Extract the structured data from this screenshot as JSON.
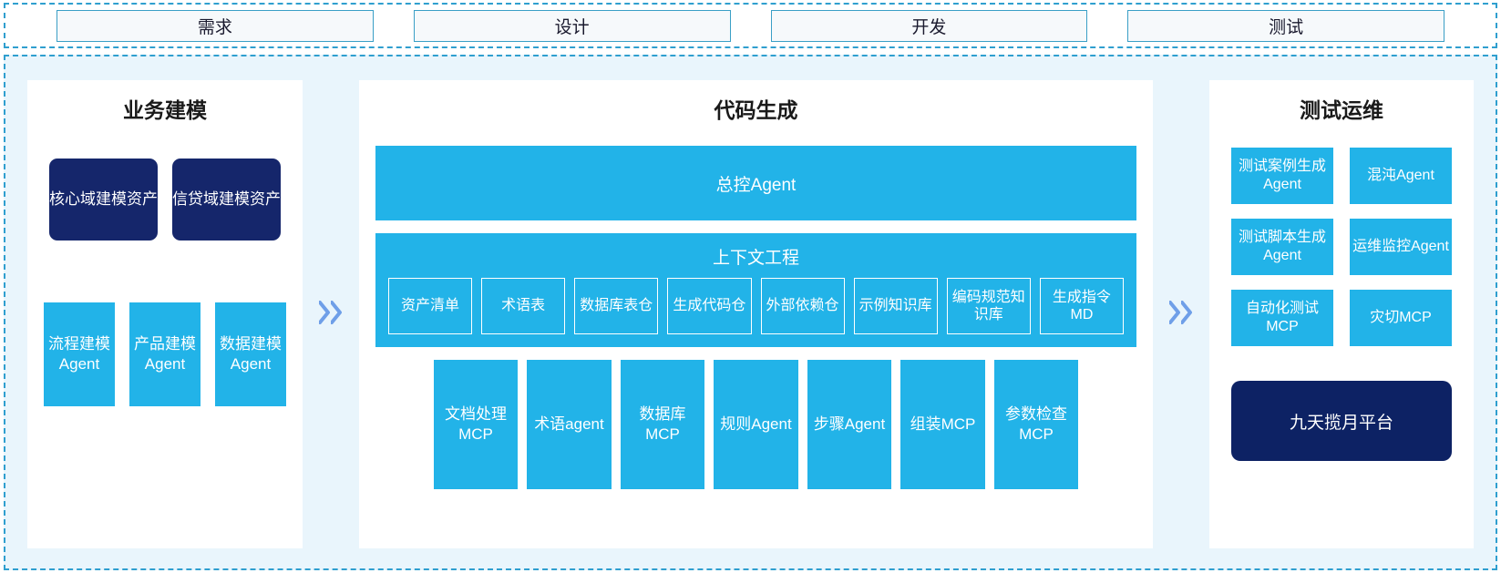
{
  "stages": [
    {
      "label": "需求"
    },
    {
      "label": "设计"
    },
    {
      "label": "开发"
    },
    {
      "label": "测试"
    }
  ],
  "colors": {
    "accent_blue": "#22b3e8",
    "navy": "#15266b",
    "platform_navy": "#0d2264",
    "dashed_border": "#2f9fcf",
    "panel_bg": "#e9f5fc",
    "arrow": "#6f9fe8"
  },
  "left_panel": {
    "title": "业务建模",
    "assets": [
      {
        "label": "核心域建模资产"
      },
      {
        "label": "信贷域建模资产"
      }
    ],
    "agents": [
      {
        "label": "流程建模Agent"
      },
      {
        "label": "产品建模Agent"
      },
      {
        "label": "数据建模Agent"
      }
    ]
  },
  "arrows": [
    {
      "name": "arrow-left-to-center",
      "glyph": "»"
    },
    {
      "name": "arrow-center-to-right",
      "glyph": "»"
    }
  ],
  "center_panel": {
    "title": "代码生成",
    "control_agent": "总控Agent",
    "context_engineering": {
      "title": "上下文工程",
      "items": [
        {
          "label": "资产清单"
        },
        {
          "label": "术语表"
        },
        {
          "label": "数据库表仓"
        },
        {
          "label": "生成代码仓"
        },
        {
          "label": "外部依赖仓"
        },
        {
          "label": "示例知识库"
        },
        {
          "label": "编码规范知识库"
        },
        {
          "label": "生成指令MD"
        }
      ]
    },
    "tools": [
      {
        "label": "文档处理MCP"
      },
      {
        "label": "术语agent"
      },
      {
        "label": "数据库MCP"
      },
      {
        "label": "规则Agent"
      },
      {
        "label": "步骤Agent"
      },
      {
        "label": "组装MCP"
      },
      {
        "label": "参数检查MCP"
      }
    ]
  },
  "right_panel": {
    "title": "测试运维",
    "items": [
      {
        "label": "测试案例生成Agent"
      },
      {
        "label": "混沌Agent"
      },
      {
        "label": "测试脚本生成Agent"
      },
      {
        "label": "运维监控Agent"
      },
      {
        "label": "自动化测试MCP"
      },
      {
        "label": "灾切MCP"
      }
    ],
    "platform": "九天揽月平台"
  }
}
